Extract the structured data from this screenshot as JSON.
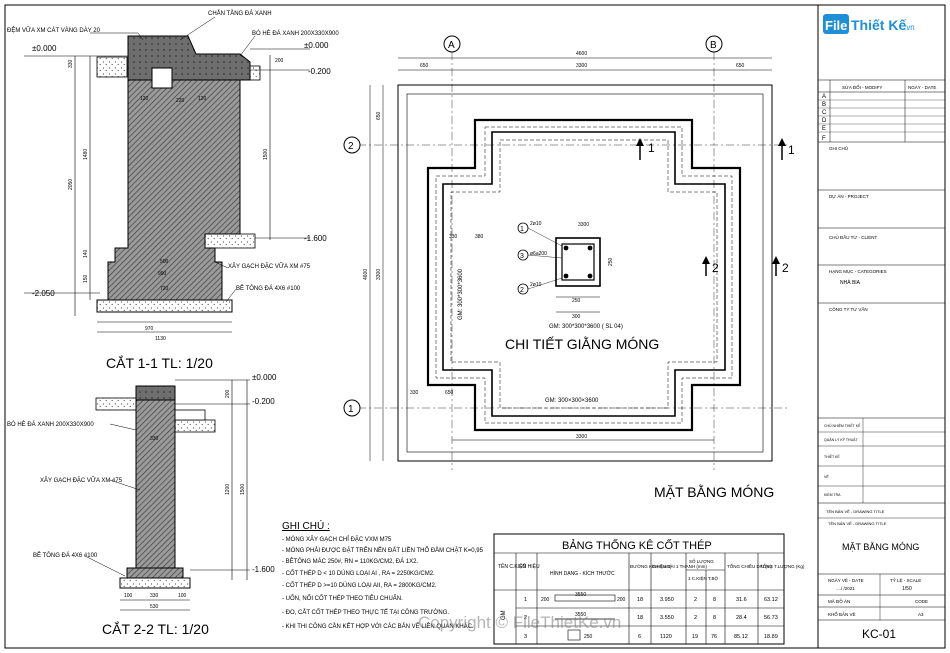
{
  "logo": {
    "brand_a": "File",
    "brand_b": "Thiết Kế",
    "suffix": ".vn"
  },
  "section11": {
    "title": "CẮT 1-1 TL: 1/20",
    "labels": {
      "mortar": "ĐỆM VỮA XM CÁT VÀNG DÀY 20",
      "cap": "CHẮN TẦNG ĐÁ XANH",
      "stone": "BÓ HÈ ĐÁ XANH 200X330X900",
      "brick": "XÂY GẠCH ĐẶC VỮA XM #75",
      "concrete": "BÊ TÔNG ĐÁ 4X6 #100"
    },
    "levels": [
      "±0.000",
      "±0.000",
      "-0.200",
      "-1.600",
      "-2.050"
    ],
    "dims": [
      "330",
      "200",
      "1480",
      "2050",
      "1500",
      "140",
      "150",
      "970",
      "1130",
      "220",
      "120",
      "120",
      "500",
      "200",
      "990",
      "720"
    ]
  },
  "section22": {
    "title": "CẮT 2-2 TL: 1/20",
    "labels": {
      "stone": "BÓ HÈ ĐÁ XANH 200X330X900",
      "brick": "XÂY GẠCH ĐẶC VỮA XM #75",
      "concrete": "BÊ TÔNG ĐÁ 4X6 #100"
    },
    "levels": [
      "±0.000",
      "-0.200",
      "-1.600"
    ],
    "dims": [
      "200",
      "1500",
      "1200",
      "100",
      "330",
      "100",
      "530",
      "200",
      "330"
    ]
  },
  "notes": {
    "title": "GHI CHÚ :",
    "items": [
      "- MÓNG XÂY GẠCH CHỈ ĐẶC VXM M75",
      "- MÓNG PHẢI ĐƯỢC ĐẶT TRÊN NỀN ĐẤT LIỀN THỔ ĐẦM CHẶT K=0,95",
      "- BÊTÔNG MÁC 250#, RN = 110KG/CM2, ĐÁ 1X2.",
      "- CỐT THÉP D < 10 DÙNG LOẠI AI , RA = 2250KG/CM2.",
      "- CỐT THÉP D >=10 DÙNG LOẠI AII, RA = 2800KG/CM2.",
      "- UỐN, NỐI CỐT THÉP THEO TIÊU CHUẨN.",
      "- ĐO, CẮT CỐT THÉP THEO THỰC TẾ TẠI CÔNG TRƯỜNG.",
      "- KHI THI CÔNG CẦN KẾT HỢP VỚI CÁC BẢN VẼ LIÊN QUAN KHÁC."
    ]
  },
  "plan": {
    "axes": [
      "A",
      "B",
      "2",
      "1"
    ],
    "cut_marks": [
      "1",
      "1",
      "2",
      "2"
    ],
    "dims": [
      "4600",
      "650",
      "3300",
      "650",
      "650",
      "3300",
      "4600",
      "3300",
      "330",
      "650",
      "3300",
      "380",
      "330"
    ],
    "grade_beam_label": "GM: 300×300×3600",
    "section_labels": [
      "GM: 300×300×3600",
      "GM: 300*300*3600"
    ],
    "detail": {
      "title": "CHI TIẾT GIẰNG MÓNG",
      "bars": [
        "1",
        "2",
        "3"
      ],
      "bar_texts": [
        "2ø10",
        "ø6a200",
        "2ø10"
      ],
      "dims": [
        "250",
        "250",
        "300"
      ],
      "caption": "GM: 300*300*3600 ( SL 04)"
    },
    "title": "MẶT BẰNG MÓNG"
  },
  "table": {
    "title": "BẢNG THỐNG KÊ CỐT THÉP",
    "headers": [
      "TÊN C.KIỆN",
      "SỐ HIỆU",
      "HÌNH DẠNG - KÍCH THƯỚC",
      "ĐƯỜNG KÍNH (mm)",
      "CHIỀU DÀI 1 THANH (mm)",
      "SỐ LƯỢNG",
      "1 C.KIỆN",
      "T.BỘ",
      "TỔNG CHIỀU DÀI (m)",
      "TỔNG T.LƯỢNG (Kg)"
    ],
    "component": "GM",
    "rows": [
      {
        "no": "1",
        "shape_a": "200",
        "shape_b": "3550",
        "shape_c": "200",
        "dia": "18",
        "len": "3.950",
        "qty1": "2",
        "qty": "8",
        "total_len": "31.6",
        "weight": "63.12"
      },
      {
        "no": "2",
        "shape_a": "",
        "shape_b": "3550",
        "shape_c": "",
        "dia": "18",
        "len": "3.550",
        "qty1": "2",
        "qty": "8",
        "total_len": "28.4",
        "weight": "56.73"
      },
      {
        "no": "3",
        "shape_a": "250",
        "shape_b": "",
        "shape_c": "",
        "dia": "6",
        "len": "1120",
        "qty1": "19",
        "qty": "76",
        "total_len": "85.12",
        "weight": "18.89"
      }
    ]
  },
  "titleblock": {
    "revision_header": [
      "SỬA ĐỔI - MODIFY",
      "NGÀY - DATE"
    ],
    "revisions": [
      "A",
      "B",
      "C",
      "D",
      "E",
      "F"
    ],
    "fields": [
      "GHI CHÚ",
      "DỰ ÁN - PROJECT",
      "CHỦ ĐẦU TƯ - CLIENT",
      "HẠNG MỤC - CATEGORIES",
      "NHÀ BIA",
      "CÔNG TY TƯ VẤN"
    ],
    "sign_rows": [
      "CHỦ NHIỆM THIẾT KẾ",
      "QUẢN LÝ KỸ THUẬT",
      "THIẾT KẾ",
      "VẼ",
      "KIỂM TRA"
    ],
    "drawing_title_label": "TÊN BẢN VẼ - DRAWING TITLE",
    "drawing_title": "MẶT BẰNG MÓNG",
    "date_label": "NGÀY VẼ - DATE",
    "date_value": "..../ /2021",
    "scale_label": "TỶ LỆ - SCALE",
    "scale_value": "1/50",
    "code_label": "MÃ ĐỒ ÁN",
    "code_value": "CODE",
    "format_label": "KHỔ BẢN VẼ",
    "format_value": "A3",
    "sheet_no": "KC-01"
  },
  "watermark": "Copyright © FileThietKe.vn"
}
